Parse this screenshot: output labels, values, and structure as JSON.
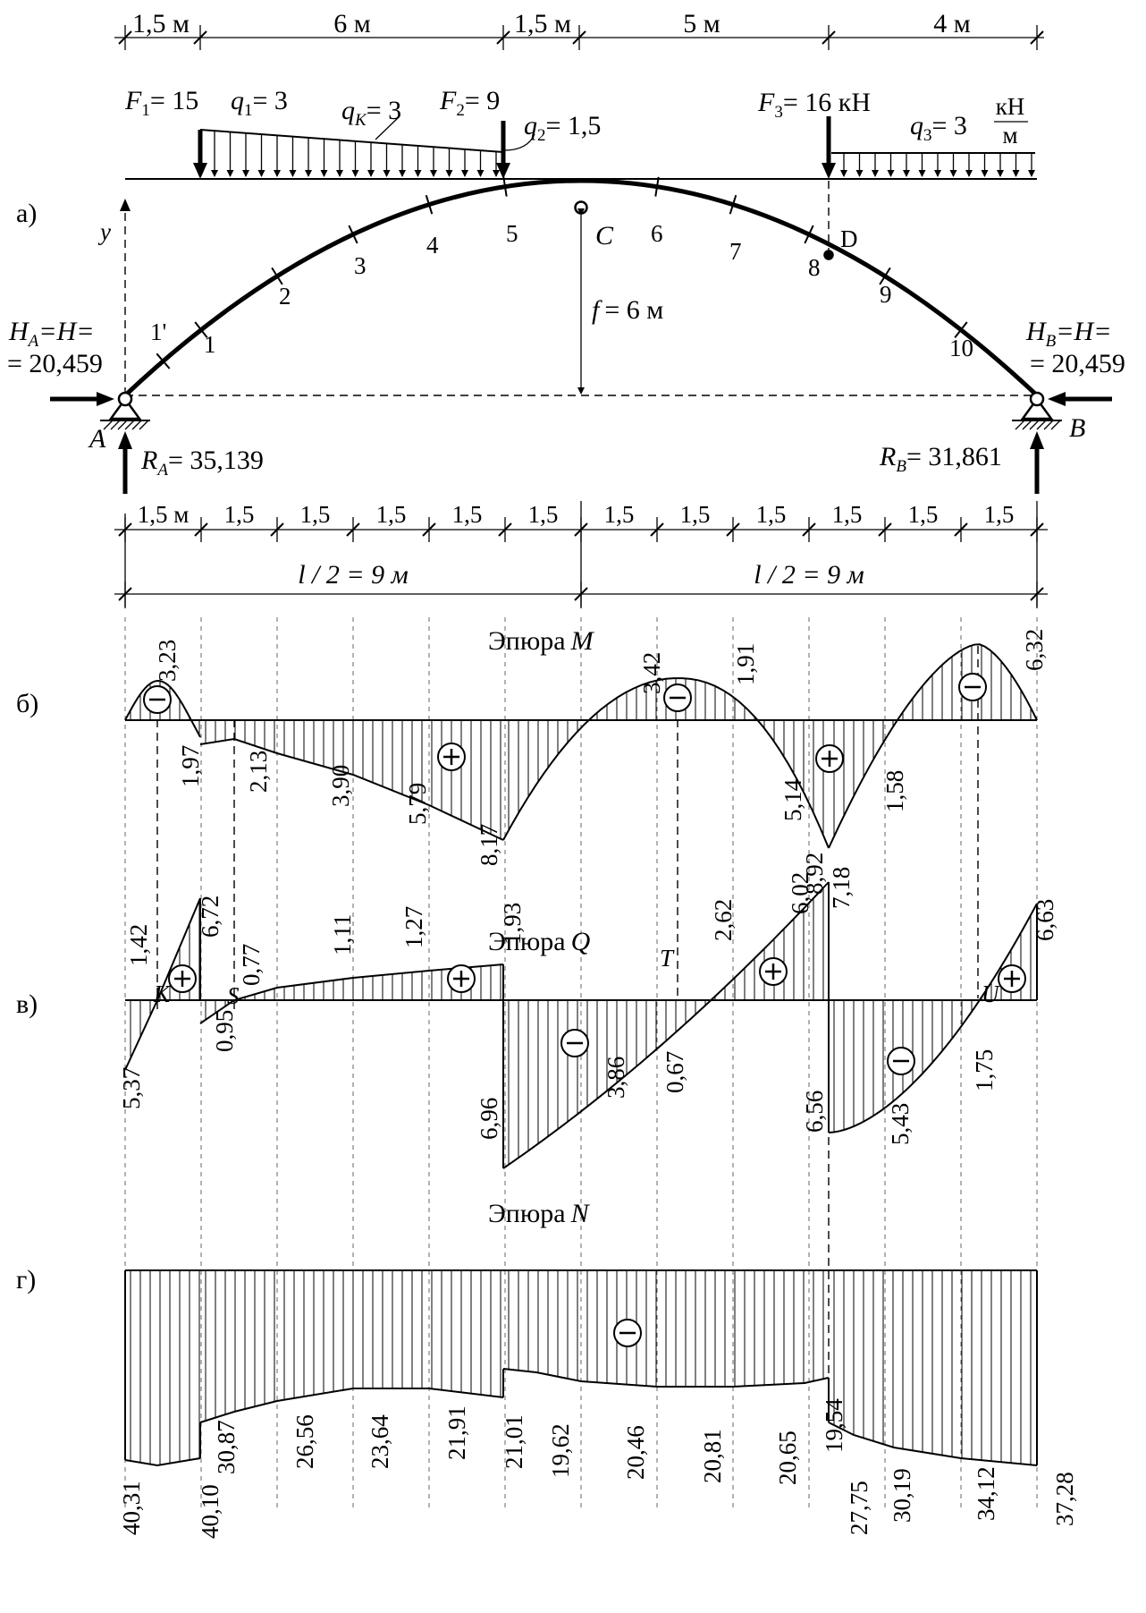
{
  "top_dims": [
    "1,5 м",
    "6 м",
    "1,5 м",
    "5 м",
    "4 м"
  ],
  "loads": {
    "F1": "F",
    "F1_sub": "1",
    "F1_val": "= 15",
    "q1": "q",
    "q1_sub": "1",
    "q1_val": "= 3",
    "qK": "q",
    "qK_sub": "K",
    "qK_val": "= 3",
    "F2": "F",
    "F2_sub": "2",
    "F2_val": "= 9",
    "q2": "q",
    "q2_sub": "2",
    "q2_val": "= 1,5",
    "F3": "F",
    "F3_sub": "3",
    "F3_val": "= 16 кН",
    "q3": "q",
    "q3_sub": "3",
    "q3_val": "= 3",
    "q3_unit_num": "кН",
    "q3_unit_den": "м"
  },
  "panel_labels": [
    "а)",
    "б)",
    "в)",
    "г)"
  ],
  "arch": {
    "axis_y": "y",
    "point_labels": [
      "1'",
      "1",
      "2",
      "3",
      "4",
      "5",
      "6",
      "7",
      "8",
      "9",
      "10"
    ],
    "C": "C",
    "D": "D",
    "A": "A",
    "B": "B",
    "f_label": "f",
    "f_value": "= 6 м",
    "HA_line1": "H",
    "HA_sub": "A",
    "HA_rest": "=H=",
    "HA_line2": "= 20,459",
    "HB_line1": "H",
    "HB_sub": "B",
    "HB_rest": "=H=",
    "HB_line2": "= 20,459",
    "RA": "R",
    "RA_sub": "A",
    "RA_val": "= 35,139",
    "RB": "R",
    "RB_sub": "B",
    "RB_val": "= 31,861"
  },
  "bottom_dims": [
    "1,5 м",
    "1,5",
    "1,5",
    "1,5",
    "1,5",
    "1,5",
    "1,5",
    "1,5",
    "1,5",
    "1,5",
    "1,5",
    "1,5"
  ],
  "half_dims": {
    "left": "l / 2 = 9 м",
    "right": "l / 2 = 9 м"
  },
  "diagrams": {
    "M": {
      "title": "Эпюра",
      "sym": "M",
      "values": [
        "3,23",
        "1,97",
        "2,13",
        "3,90",
        "5,79",
        "8,17",
        "3,42",
        "1,91",
        "5,14",
        "8,92",
        "1,58",
        "6,32"
      ]
    },
    "Q": {
      "title": "Эпюра",
      "sym": "Q",
      "values": [
        "5,37",
        "1,42",
        "6,72",
        "0,95",
        "0,77",
        "1,11",
        "1,27",
        "1,93",
        "6,96",
        "3,86",
        "0,67",
        "2,62",
        "6,02",
        "7,18",
        "6,56",
        "5,43",
        "1,75",
        "6,63"
      ],
      "points": [
        "K",
        "S",
        "T",
        "U"
      ]
    },
    "N": {
      "title": "Эпюра",
      "sym": "N",
      "values": [
        "40,31",
        "40,10",
        "30,87",
        "26,56",
        "23,64",
        "21,91",
        "21,01",
        "19,62",
        "20,46",
        "20,81",
        "20,65",
        "19,54",
        "27,75",
        "30,19",
        "34,12",
        "37,28"
      ]
    }
  },
  "signs": {
    "plus": "+",
    "minus": "−"
  }
}
